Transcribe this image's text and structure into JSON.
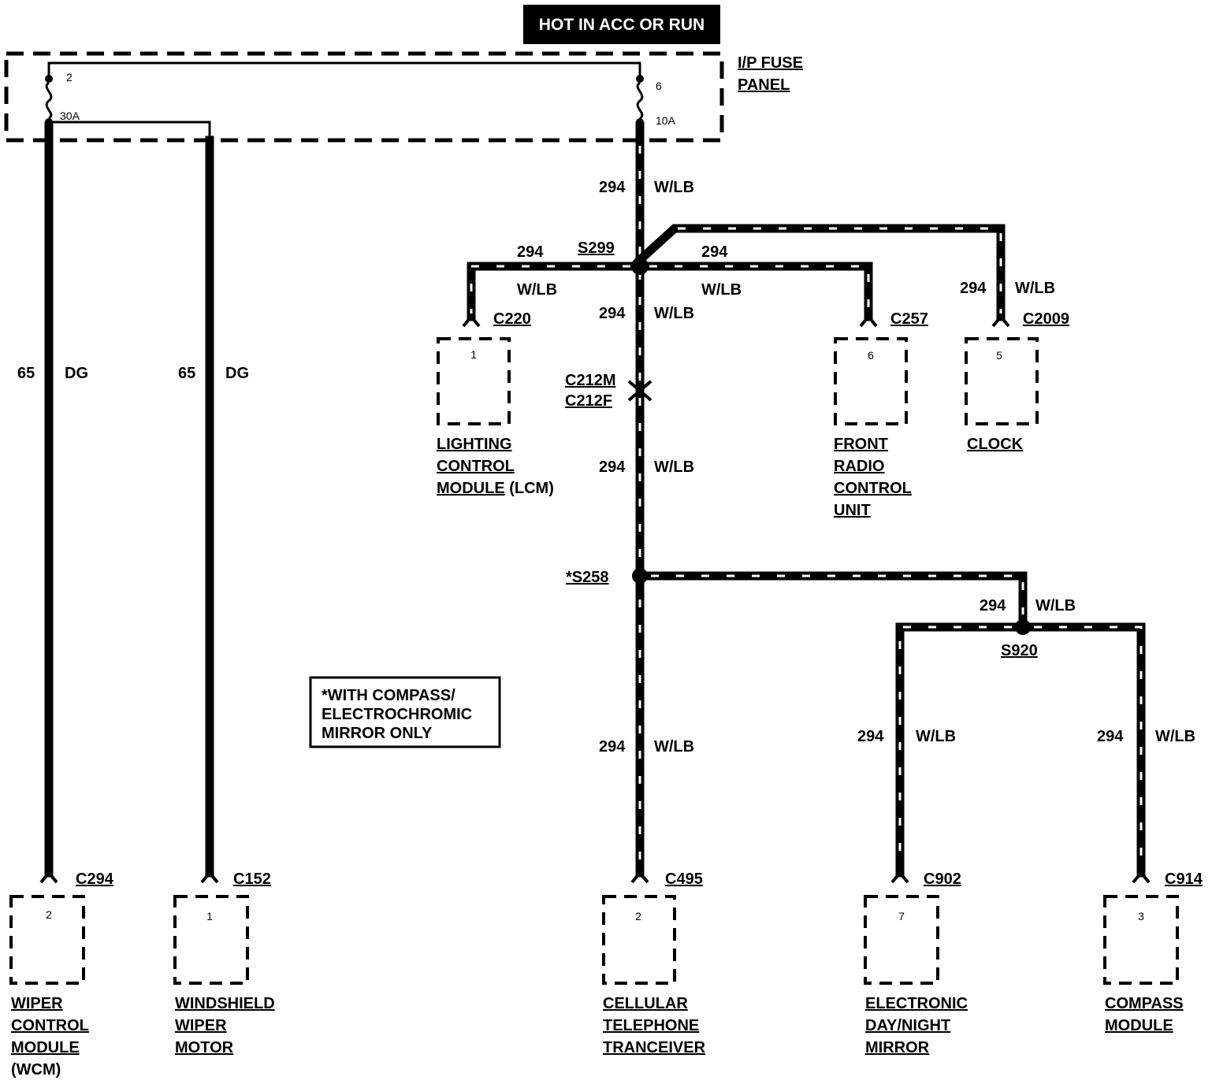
{
  "header": {
    "title": "HOT IN ACC OR RUN"
  },
  "fuse_panel": {
    "label_line1": "I/P FUSE",
    "label_line2": "PANEL",
    "fuse_left": {
      "number": "2",
      "rating": "30A"
    },
    "fuse_right": {
      "number": "6",
      "rating": "10A"
    }
  },
  "wires": {
    "left_1": {
      "circuit": "65",
      "color": "DG"
    },
    "left_2": {
      "circuit": "65",
      "color": "DG"
    },
    "main_top": {
      "circuit": "294",
      "color": "W/LB"
    },
    "s299_left": {
      "circuit": "294",
      "color": "W/LB"
    },
    "s299_right": {
      "circuit": "294",
      "color": "W/LB"
    },
    "s299_far_right": {
      "circuit": "294",
      "color": "W/LB"
    },
    "main_mid": {
      "circuit": "294",
      "color": "W/LB"
    },
    "main_below_c212": {
      "circuit": "294",
      "color": "W/LB"
    },
    "main_bottom": {
      "circuit": "294",
      "color": "W/LB"
    },
    "s258_branch": {
      "circuit": "294",
      "color": "W/LB"
    },
    "s920_left": {
      "circuit": "294",
      "color": "W/LB"
    },
    "s920_right": {
      "circuit": "294",
      "color": "W/LB"
    }
  },
  "splices": {
    "s299": "S299",
    "s258": "*S258",
    "s920": "S920"
  },
  "inline_connector": {
    "male": "C212M",
    "female": "C212F"
  },
  "connectors": {
    "c220": {
      "id": "C220",
      "pin": "1"
    },
    "c257": {
      "id": "C257",
      "pin": "6"
    },
    "c2009": {
      "id": "C2009",
      "pin": "5"
    },
    "c294": {
      "id": "C294",
      "pin": "2"
    },
    "c152": {
      "id": "C152",
      "pin": "1"
    },
    "c495": {
      "id": "C495",
      "pin": "2"
    },
    "c902": {
      "id": "C902",
      "pin": "7"
    },
    "c914": {
      "id": "C914",
      "pin": "3"
    }
  },
  "components": {
    "lcm": {
      "line1": "LIGHTING",
      "line2": "CONTROL",
      "line3": "MODULE",
      "line3b": " (LCM)"
    },
    "radio": {
      "line1": "FRONT",
      "line2": "RADIO",
      "line3": "CONTROL",
      "line4": "UNIT"
    },
    "clock": {
      "line1": "CLOCK"
    },
    "wcm": {
      "line1": "WIPER",
      "line2": "CONTROL",
      "line3": "MODULE",
      "line4": "(WCM)"
    },
    "wiper_motor": {
      "line1": "WINDSHIELD",
      "line2": "WIPER",
      "line3": "MOTOR"
    },
    "cell": {
      "line1": "CELLULAR",
      "line2": "TELEPHONE",
      "line3": "TRANCEIVER"
    },
    "mirror": {
      "line1": "ELECTRONIC",
      "line2": "DAY/NIGHT",
      "line3": "MIRROR"
    },
    "compass": {
      "line1": "COMPASS",
      "line2": "MODULE"
    }
  },
  "note": {
    "line1": "*WITH COMPASS/",
    "line2": "ELECTROCHROMIC",
    "line3": "MIRROR ONLY"
  }
}
